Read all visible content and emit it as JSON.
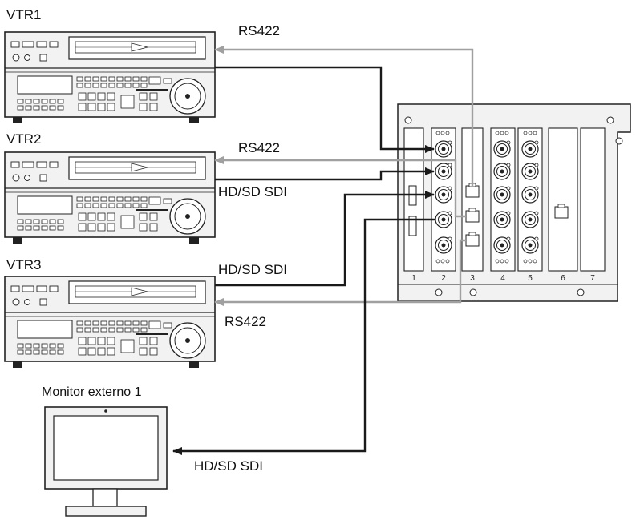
{
  "devices": {
    "vtr1": "VTR1",
    "vtr2": "VTR2",
    "vtr3": "VTR3",
    "monitor": "Monitor externo 1"
  },
  "connections": {
    "rs422_1": "RS422",
    "rs422_2": "RS422",
    "sdi_2": "HD/SD SDI",
    "sdi_3": "HD/SD SDI",
    "rs422_3": "RS422",
    "sdi_monitor": "HD/SD SDI"
  },
  "frame": {
    "slots": [
      "1",
      "2",
      "3",
      "4",
      "5",
      "6",
      "7"
    ]
  },
  "colors": {
    "sdi_line": "#1a1a1a",
    "rs422_line": "#a0a0a0",
    "device_body": "#f2f2f2",
    "outline": "#222222"
  }
}
